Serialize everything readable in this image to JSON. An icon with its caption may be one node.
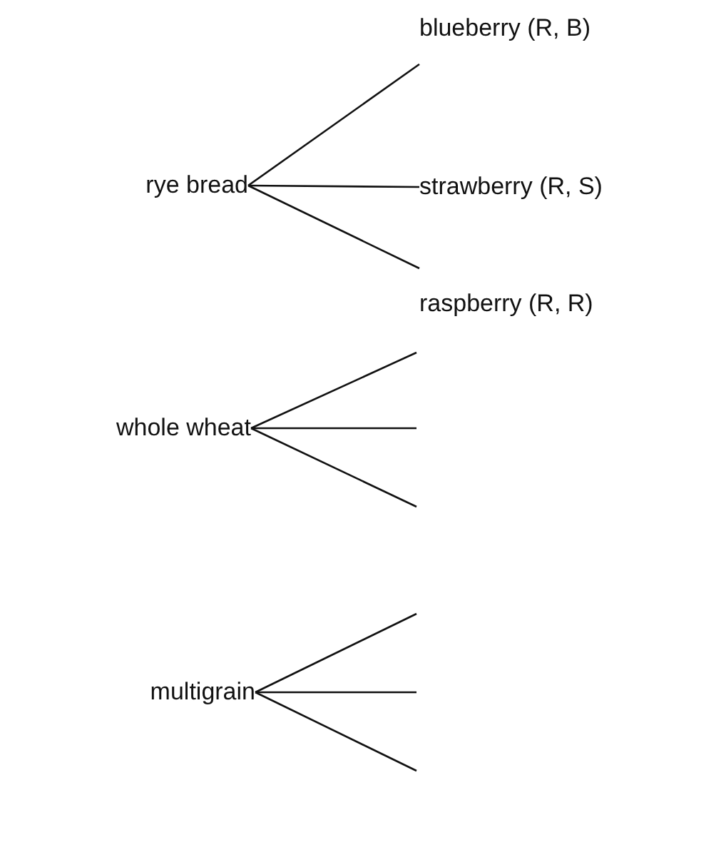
{
  "diagram": {
    "nodes": [
      {
        "text": [
          "rye bread"
        ]
      },
      {
        "text": [
          "blueberry (R, B)"
        ]
      },
      {
        "text": [
          "strawberry (R, S)"
        ]
      },
      {
        "text": [
          "raspberry (R, R)"
        ]
      },
      {
        "text": [
          "whole wheat"
        ]
      },
      {
        "text": [
          "multigrain"
        ]
      }
    ],
    "edges": [
      {
        "from": 0,
        "to": 1,
        "arrow": "none"
      },
      {
        "from": 0,
        "to": 2,
        "arrow": "none"
      },
      {
        "from": 0,
        "to": 3,
        "arrow": "none"
      },
      {
        "from": 4,
        "to": null,
        "arrow": "none"
      },
      {
        "from": 4,
        "to": null,
        "arrow": "none"
      },
      {
        "from": 4,
        "to": null,
        "arrow": "none"
      },
      {
        "from": 5,
        "to": null,
        "arrow": "none"
      },
      {
        "from": 5,
        "to": null,
        "arrow": "none"
      },
      {
        "from": 5,
        "to": null,
        "arrow": "none"
      }
    ]
  }
}
